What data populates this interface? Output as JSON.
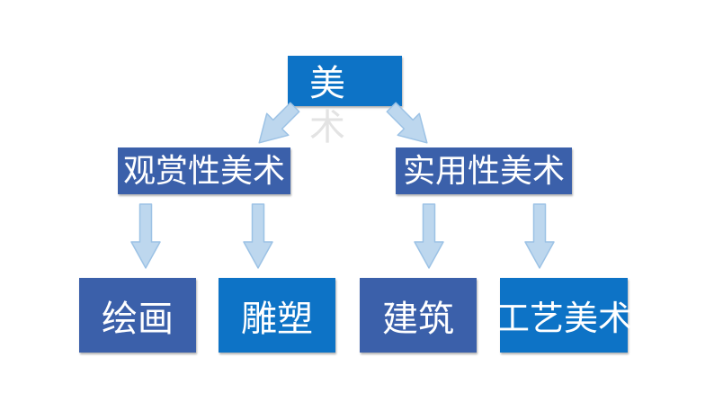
{
  "slide": {
    "background_color": "#ffffff",
    "colors": {
      "bright_blue": "#0d73c6",
      "muted_blue": "#3b60aa",
      "arrow_fill": "#bdd7ee",
      "arrow_stroke": "#9cc2e5",
      "node_text": "#ffffff",
      "overflow_text_gray": "#e3e3e3"
    },
    "tree": {
      "root": {
        "line1": "美",
        "line2": "术"
      },
      "level2": [
        {
          "label": "观赏性美术"
        },
        {
          "label": "实用性美术"
        }
      ],
      "level3": [
        {
          "label": "绘画"
        },
        {
          "label": "雕塑"
        },
        {
          "label": "建筑"
        },
        {
          "label": "工艺美术"
        }
      ]
    }
  }
}
